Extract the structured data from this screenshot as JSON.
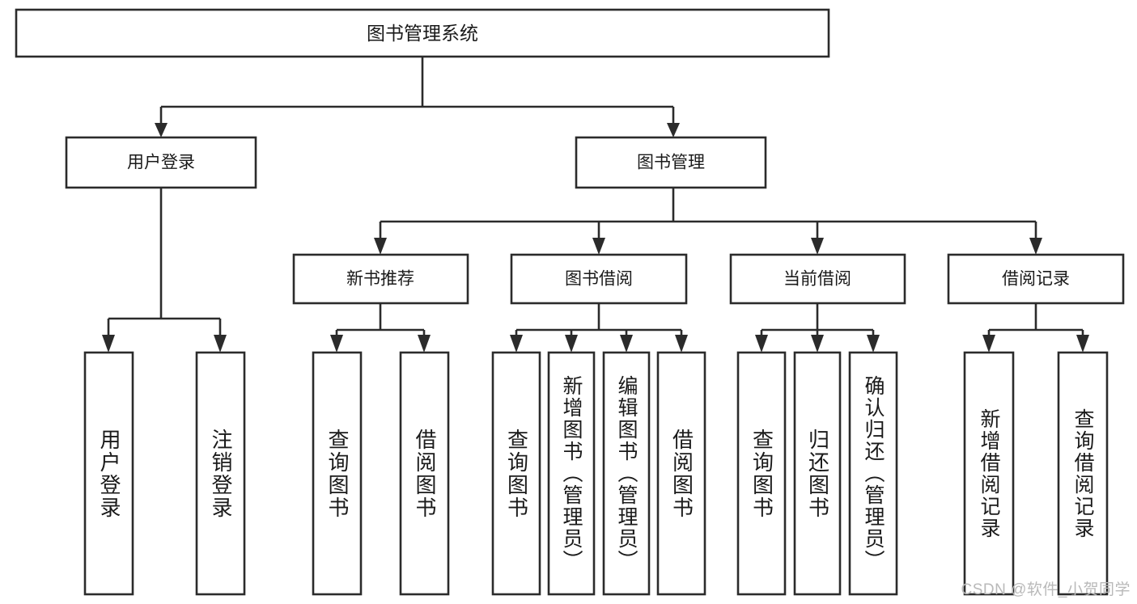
{
  "diagram": {
    "type": "tree",
    "title": "图书管理系统",
    "orientation": "top-down",
    "colors": {
      "stroke": "#2b2b2b",
      "box_fill": "#ffffff",
      "text": "#1a1a1a",
      "background": "#ffffff",
      "watermark": "#b9b9b9"
    },
    "root": {
      "label": "图书管理系统"
    },
    "level2": [
      {
        "label": "用户登录"
      },
      {
        "label": "图书管理"
      }
    ],
    "level3": [
      {
        "label": "新书推荐"
      },
      {
        "label": "图书借阅"
      },
      {
        "label": "当前借阅"
      },
      {
        "label": "借阅记录"
      }
    ],
    "leaves": {
      "user_login": [
        {
          "label": "用户登录"
        },
        {
          "label": "注销登录"
        }
      ],
      "new_book_recommend": [
        {
          "label": "查询图书"
        },
        {
          "label": "借阅图书"
        }
      ],
      "book_borrow": [
        {
          "label": "查询图书"
        },
        {
          "label": "新增图书（管理员）"
        },
        {
          "label": "编辑图书（管理员）"
        },
        {
          "label": "借阅图书"
        }
      ],
      "current_borrow": [
        {
          "label": "查询图书"
        },
        {
          "label": "归还图书"
        },
        {
          "label": "确认归还（管理员）"
        }
      ],
      "borrow_record": [
        {
          "label": "新增借阅记录"
        },
        {
          "label": "查询借阅记录"
        }
      ]
    }
  },
  "watermark": {
    "text": "CSDN @软件_小贺同学"
  }
}
